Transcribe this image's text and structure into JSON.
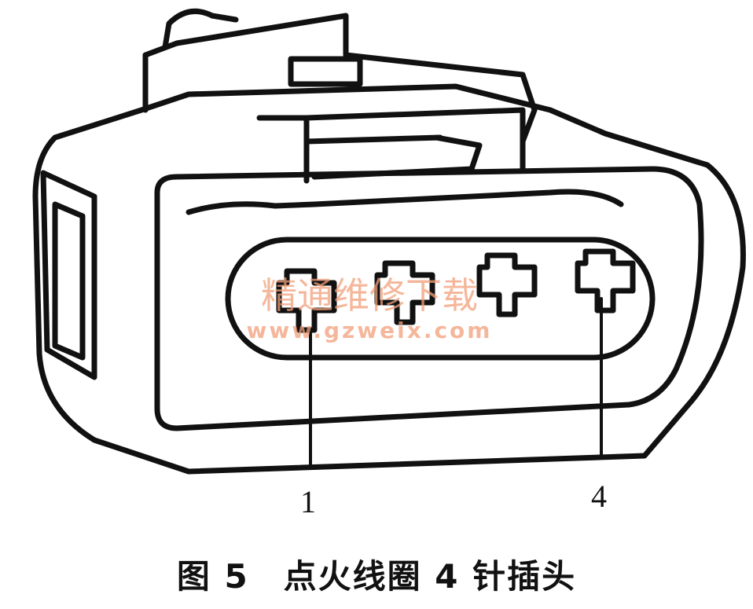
{
  "labels": {
    "pin_first": "1",
    "pin_last": "4"
  },
  "watermark": {
    "chinese": "精通维修下载",
    "url": "www.gzweix.com",
    "color": "#f2a07a"
  },
  "caption": "图 5　点火线圈 4 针插头"
}
